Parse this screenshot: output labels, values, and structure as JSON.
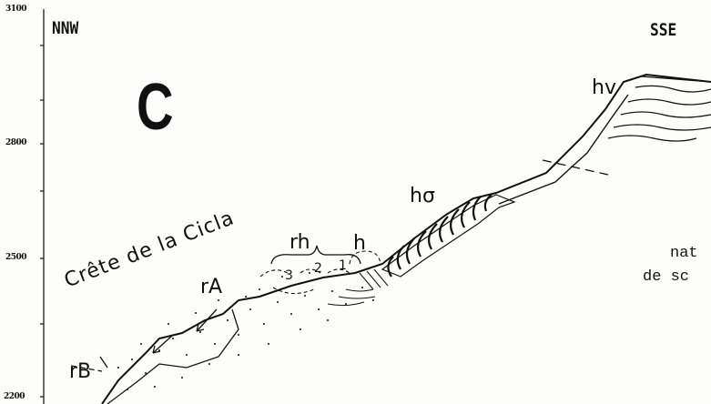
{
  "elevation_axis": {
    "ticks": [
      {
        "label": "3100",
        "value": 3100
      },
      {
        "label": "2800",
        "value": 2800
      },
      {
        "label": "2500",
        "value": 2500
      },
      {
        "label": "2200",
        "value": 2200
      }
    ]
  },
  "directions": {
    "left": "NNW",
    "right": "SSE"
  },
  "panel_letter": "C",
  "place_name": "Crête de la Cicla",
  "unit_labels": {
    "hv": "hv",
    "ho": "hσ",
    "h": "h",
    "rh": "rh",
    "ra": "rA",
    "rb": "rB",
    "layer_1": "1",
    "layer_2": "2",
    "layer_3": "3"
  },
  "cut_text": {
    "line1": "nat",
    "line2": "de sc"
  },
  "colors": {
    "ink": "#111111",
    "paper": "#fdfdfb"
  }
}
